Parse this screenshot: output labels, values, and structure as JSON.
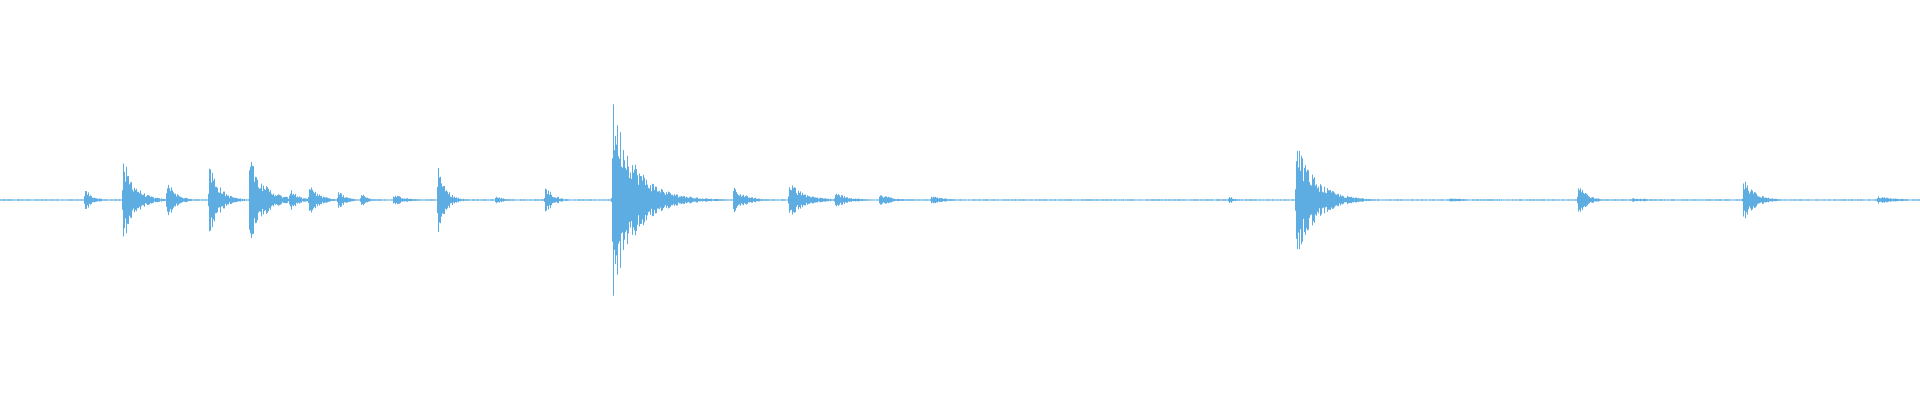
{
  "waveform": {
    "color": "#5dade2",
    "duration_fraction_peaks": [
      {
        "t": 0.044,
        "amp": 0.06,
        "decay": 0.004
      },
      {
        "t": 0.064,
        "amp": 0.22,
        "decay": 0.006
      },
      {
        "t": 0.087,
        "amp": 0.12,
        "decay": 0.004
      },
      {
        "t": 0.109,
        "amp": 0.2,
        "decay": 0.005
      },
      {
        "t": 0.13,
        "amp": 0.25,
        "decay": 0.007
      },
      {
        "t": 0.151,
        "amp": 0.06,
        "decay": 0.004
      },
      {
        "t": 0.161,
        "amp": 0.08,
        "decay": 0.005
      },
      {
        "t": 0.176,
        "amp": 0.05,
        "decay": 0.004
      },
      {
        "t": 0.188,
        "amp": 0.04,
        "decay": 0.003
      },
      {
        "t": 0.205,
        "amp": 0.03,
        "decay": 0.006
      },
      {
        "t": 0.228,
        "amp": 0.18,
        "decay": 0.004
      },
      {
        "t": 0.258,
        "amp": 0.02,
        "decay": 0.005
      },
      {
        "t": 0.284,
        "amp": 0.08,
        "decay": 0.004
      },
      {
        "t": 0.319,
        "amp": 0.5,
        "decay": 0.012
      },
      {
        "t": 0.352,
        "amp": 0.03,
        "decay": 0.006
      },
      {
        "t": 0.382,
        "amp": 0.07,
        "decay": 0.006
      },
      {
        "t": 0.411,
        "amp": 0.09,
        "decay": 0.008
      },
      {
        "t": 0.435,
        "amp": 0.04,
        "decay": 0.007
      },
      {
        "t": 0.458,
        "amp": 0.03,
        "decay": 0.007
      },
      {
        "t": 0.485,
        "amp": 0.02,
        "decay": 0.008
      },
      {
        "t": 0.64,
        "amp": 0.02,
        "decay": 0.003
      },
      {
        "t": 0.675,
        "amp": 0.3,
        "decay": 0.01
      },
      {
        "t": 0.755,
        "amp": 0.01,
        "decay": 0.01
      },
      {
        "t": 0.822,
        "amp": 0.1,
        "decay": 0.004
      },
      {
        "t": 0.85,
        "amp": 0.01,
        "decay": 0.012
      },
      {
        "t": 0.908,
        "amp": 0.11,
        "decay": 0.006
      },
      {
        "t": 0.978,
        "amp": 0.02,
        "decay": 0.01
      }
    ]
  }
}
